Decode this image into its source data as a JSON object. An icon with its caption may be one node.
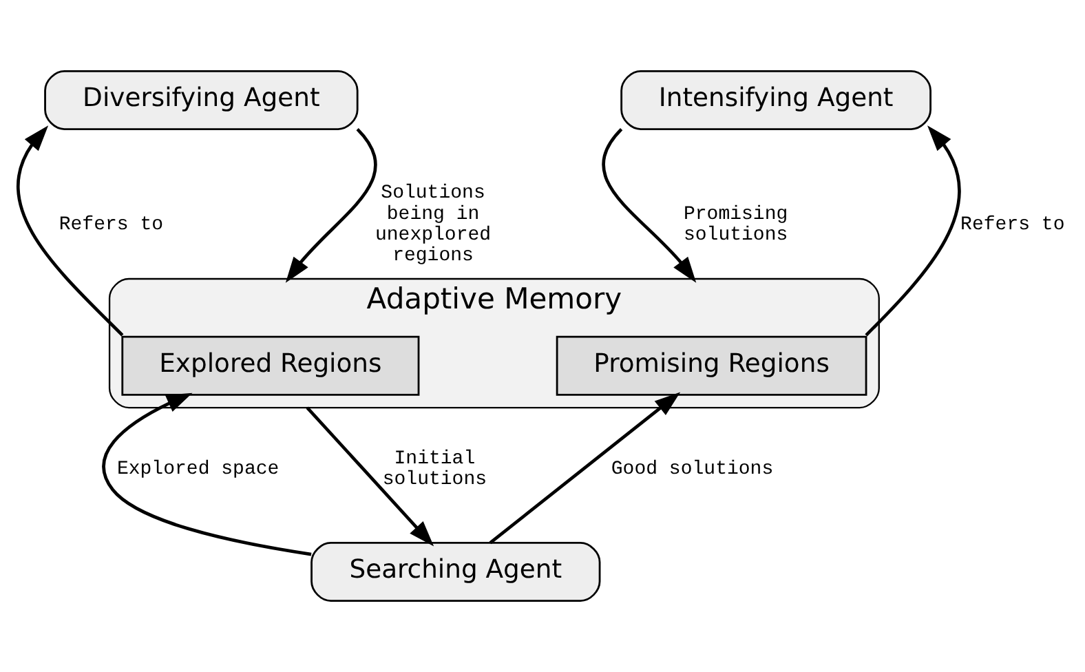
{
  "diagram": {
    "nodes": [
      {
        "text": [
          "Diversifying Agent"
        ]
      },
      {
        "text": [
          "Intensifying Agent"
        ]
      },
      {
        "text": [
          "Adaptive Memory"
        ]
      },
      {
        "text": [
          "Explored Regions"
        ],
        "in": 2
      },
      {
        "text": [
          "Promising Regions"
        ],
        "in": 2
      },
      {
        "text": [
          "Searching Agent"
        ]
      }
    ],
    "edges": [
      {
        "from": 3,
        "to": 0,
        "arrow": "to",
        "label": "Refers to"
      },
      {
        "from": 0,
        "to": 2,
        "arrow": "to",
        "label": "Solutions being in unexplored regions"
      },
      {
        "from": 4,
        "to": 1,
        "arrow": "to",
        "label": "Refers to"
      },
      {
        "from": 1,
        "to": 2,
        "arrow": "to",
        "label": "Promising solutions"
      },
      {
        "from": 5,
        "to": 3,
        "arrow": "to",
        "label": "Explored space"
      },
      {
        "from": 2,
        "to": 5,
        "arrow": "to",
        "label": "Initial solutions"
      },
      {
        "from": 5,
        "to": 4,
        "arrow": "to",
        "label": "Good solutions"
      }
    ]
  }
}
